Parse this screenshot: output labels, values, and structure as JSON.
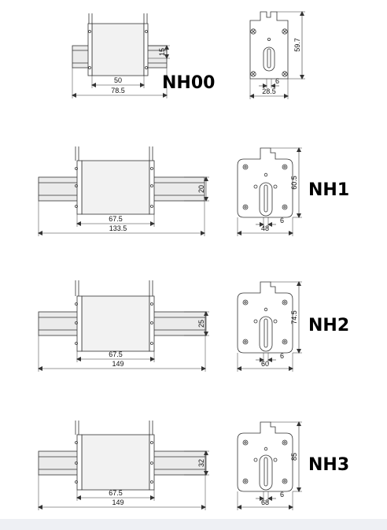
{
  "rows": [
    {
      "name": "NH00",
      "front": {
        "body_width": "50",
        "overall_length": "78.5",
        "contact_height": "15"
      },
      "side": {
        "height": "59.7",
        "slot": "6",
        "width": "28.5"
      }
    },
    {
      "name": "NH1",
      "front": {
        "body_width": "67.5",
        "overall_length": "133.5",
        "contact_height": "20"
      },
      "side": {
        "height": "60.5",
        "slot": "6",
        "width": "48"
      }
    },
    {
      "name": "NH2",
      "front": {
        "body_width": "67.5",
        "overall_length": "149",
        "contact_height": "25"
      },
      "side": {
        "height": "74.5",
        "slot": "6",
        "width": "60"
      }
    },
    {
      "name": "NH3",
      "front": {
        "body_width": "67.5",
        "overall_length": "149",
        "contact_height": "32"
      },
      "side": {
        "height": "85",
        "slot": "6",
        "width": "68"
      }
    }
  ],
  "colors": {
    "line": "#333333",
    "body_fill": "#f2f2f2",
    "contact_fill": "#ebebeb",
    "bottom_band": "#eef0f4"
  }
}
